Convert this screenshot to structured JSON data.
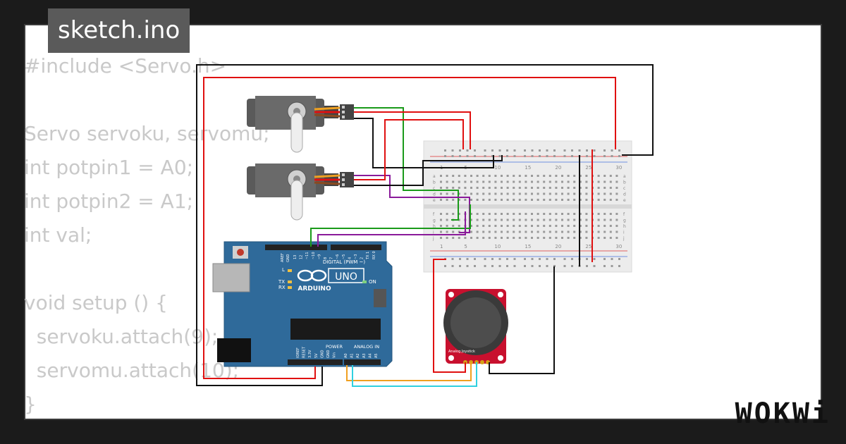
{
  "tab": {
    "title": "sketch.ino"
  },
  "code_lines": [
    "#include <Servo.h>",
    "",
    "Servo servoku, servomu;",
    "int potpin1 = A0;",
    "int potpin2 = A1;",
    "int val;",
    "",
    "void setup () {",
    "  servoku.attach(9);",
    "  servomu.attach(10);",
    "}"
  ],
  "arduino": {
    "brand": "ARDUINO",
    "model": "UNO",
    "digital_label": "DIGITAL (PWM ~)",
    "power_label": "POWER",
    "analog_label": "ANALOG IN",
    "on_label": "ON",
    "l_label": "L",
    "tx_label": "TX",
    "rx_label": "RX",
    "pin_aref": "AREF",
    "pin_gnd": "GND",
    "digital_pins": [
      "13",
      "12",
      "~11",
      "~10",
      "~9",
      "8",
      "7",
      "~6",
      "~5",
      "4",
      "~3",
      "2",
      "TX 1",
      "RX 0"
    ],
    "power_pins": [
      "IOREF",
      "RESET",
      "3.3V",
      "5V",
      "GND",
      "GND",
      "Vin"
    ],
    "analog_pins": [
      "A0",
      "A1",
      "A2",
      "A3",
      "A4",
      "A5"
    ]
  },
  "breadboard": {
    "col_numbers": [
      "1",
      "5",
      "10",
      "15",
      "20",
      "25",
      "30"
    ],
    "row_letters_top": [
      "a",
      "b",
      "c",
      "d",
      "e"
    ],
    "row_letters_bottom": [
      "f",
      "g",
      "h",
      "i",
      "j"
    ]
  },
  "joystick": {
    "label": "Analog Joystick"
  },
  "colors": {
    "wire_red": "#e01010",
    "wire_black": "#111111",
    "wire_green": "#1a9a1a",
    "wire_purple": "#8a1a9a",
    "wire_orange": "#f0a020",
    "wire_cyan": "#30d0e0",
    "arduino_blue": "#2f6a9a",
    "servo_gray": "#5a5a5a",
    "joystick_red": "#c8102e"
  },
  "logo": {
    "text": "WOKWi"
  }
}
